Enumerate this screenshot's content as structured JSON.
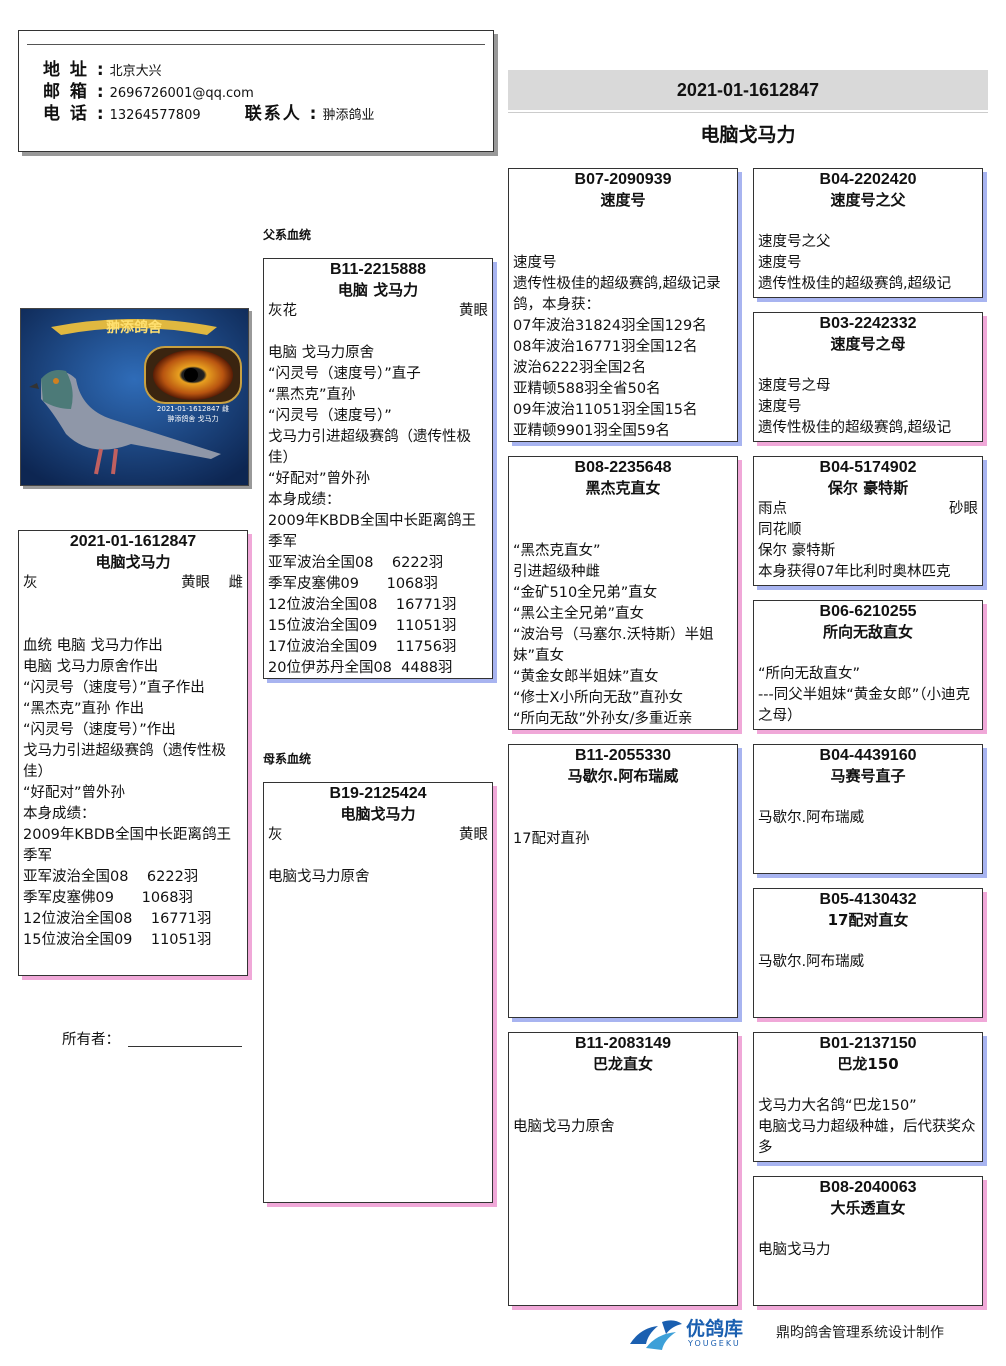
{
  "contact": {
    "address_label": "地 址 :",
    "address": "北京大兴",
    "email_label": "邮 箱 :",
    "email": "2696726001@qq.com",
    "phone_label": "电 话 :",
    "phone": "13264577809",
    "contact_label": "联系人 :",
    "contact_name": "翀添鸽业"
  },
  "header": {
    "ring": "2021-01-1612847",
    "name": "电脑戈马力"
  },
  "photo": {
    "banner_text": "翀添鸽舍",
    "caption1": "2021-01-1612847 雌",
    "caption2": "翀添鸽舍 戈马力"
  },
  "subject": {
    "ring": "2021-01-1612847",
    "name": "电脑戈马力",
    "color": "灰",
    "eye": "黄眼",
    "sex": "雌",
    "notes": "血统 电脑 戈马力作出\n电脑 戈马力原舍作出\n“闪灵号（速度号）”直子作出\n“黑杰克”直孙 作出\n“闪灵号（速度号）”作出\n戈马力引进超级赛鸽（遗传性极佳）\n“好配对”曾外孙\n本身成绩：\n2009年KBDB全国中长距离鸽王季军\n亚军波治全国08    6222羽\n季军皮塞佛09      1068羽\n12位波治全国08    16771羽\n15位波治全国09    11051羽"
  },
  "owner_label": "所有者：",
  "sire_label": "父系血统",
  "dam_label": "母系血统",
  "sire": {
    "ring": "B11-2215888",
    "name": "电脑 戈马力",
    "color": "灰花",
    "eye": "黄眼",
    "notes": "电脑 戈马力原舍\n“闪灵号（速度号）”直子\n“黑杰克”直孙\n“闪灵号（速度号）”\n戈马力引进超级赛鸽（遗传性极佳）\n“好配对”曾外孙\n本身成绩：\n2009年KBDB全国中长距离鸽王季军\n亚军波治全国08    6222羽\n季军皮塞佛09      1068羽\n12位波治全国08    16771羽\n15位波治全国09    11051羽\n17位波治全国09    11756羽\n20位伊苏丹全国08  4488羽"
  },
  "dam": {
    "ring": "B19-2125424",
    "name": "电脑戈马力",
    "color": "灰",
    "eye": "黄眼",
    "notes": "电脑戈马力原舍"
  },
  "gp": [
    {
      "ring": "B07-2090939",
      "name": "速度号",
      "notes": "速度号\n遗传性极佳的超级赛鸽,超级记录鸽，本身获：\n07年波治31824羽全国129名\n08年波治16771羽全国12名\n波治6222羽全国2名\n亚精顿588羽全省50名\n09年波治11051羽全国15名\n亚精顿9901羽全国59名"
    },
    {
      "ring": "B08-2235648",
      "name": "黑杰克直女",
      "notes": "“黑杰克直女”\n引进超级种雌\n“金矿510全兄弟”直女\n“黑公主全兄弟”直女\n“波治号（马塞尔.沃特斯）半姐妹”直女\n“黄金女郎半姐妹”直女\n“修士X小所向无敌”直孙女\n“所向无敌”外孙女/多重近亲"
    },
    {
      "ring": "B11-2055330",
      "name": "马歇尔.阿布瑞威",
      "notes": "17配对直孙"
    },
    {
      "ring": "B11-2083149",
      "name": "巴龙直女",
      "notes": "电脑戈马力原舍"
    }
  ],
  "ggp": [
    {
      "ring": "B04-2202420",
      "name": "速度号之父",
      "notes": "速度号之父\n速度号\n遗传性极佳的超级赛鸽,超级记"
    },
    {
      "ring": "B03-2242332",
      "name": "速度号之母",
      "notes": "速度号之母\n速度号\n遗传性极佳的超级赛鸽,超级记"
    },
    {
      "ring": "B04-5174902",
      "name": "保尔 豪特斯",
      "color": "雨点",
      "eye": "砂眼",
      "notes": "同花顺\n保尔 豪特斯\n本身获得07年比利时奥林匹克"
    },
    {
      "ring": "B06-6210255",
      "name": "所向无敌直女",
      "notes": "“所向无敌直女”\n---同父半姐妹“黄金女郎”（小迪克之母）"
    },
    {
      "ring": "B04-4439160",
      "name": "马赛号直子",
      "notes": "马歇尔.阿布瑞威"
    },
    {
      "ring": "B05-4130432",
      "name": "17配对直女",
      "notes": "马歇尔.阿布瑞威"
    },
    {
      "ring": "B01-2137150",
      "name": "巴龙150",
      "notes": "戈马力大名鸽“巴龙150”\n电脑戈马力超级种雄，后代获奖众多"
    },
    {
      "ring": "B08-2040063",
      "name": "大乐透直女",
      "notes": "电脑戈马力"
    }
  ],
  "footer": {
    "brand": "优鸽库",
    "brand_en": "YOUGEKU",
    "credit": "鼎昀鸽舍管理系统设计制作"
  }
}
